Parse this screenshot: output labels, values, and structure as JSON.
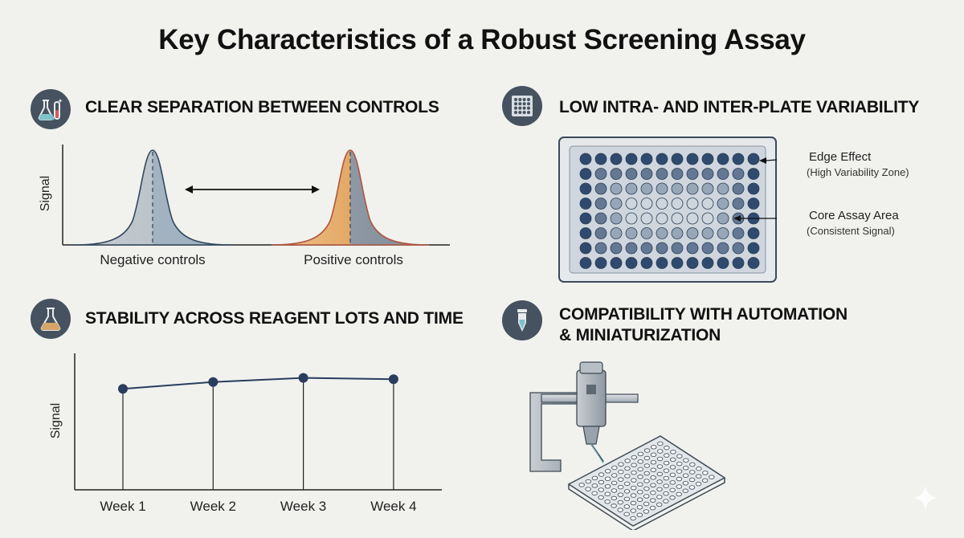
{
  "title": "Key Characteristics of a Robust Screening Assay",
  "sections": {
    "separation": {
      "title": "CLEAR SEPARATION BETWEEN CONTROLS",
      "icon": "flask-tubes-icon",
      "y_label": "Signal",
      "negative_label": "Negative controls",
      "positive_label": "Positive controls"
    },
    "variability": {
      "title": "LOW INTRA- AND INTER-PLATE VARIABILITY",
      "icon": "well-plate-icon",
      "edge_label": "Edge Effect",
      "edge_sub": "(High Variability Zone)",
      "core_label": "Core Assay Area",
      "core_sub": "(Consistent Signal)"
    },
    "stability": {
      "title": "STABILITY ACROSS REAGENT LOTS AND TIME",
      "icon": "flask-icon"
    },
    "automation": {
      "title_line1": "COMPATIBILITY WITH AUTOMATION",
      "title_line2": "& MINIATURIZATION",
      "icon": "tube-icon"
    }
  },
  "colors": {
    "icon_bg": "#46525f",
    "negative_fill": "#b9c3cb",
    "positive_fill": "#e7b277",
    "positive_edge": "#b0563f",
    "plate_dark": "#2f4a6e",
    "plate_light": "#b4c0cc",
    "line": "#2a3d5c"
  },
  "chart_data": {
    "type": "line",
    "categories": [
      "Week 1",
      "Week 2",
      "Week 3",
      "Week 4"
    ],
    "series": [
      {
        "values": [
          0.74,
          0.79,
          0.82,
          0.81
        ]
      }
    ],
    "ylabel": "Signal",
    "xlabel": "",
    "ylim": [
      0,
      1
    ],
    "grid": false,
    "drop_lines": true
  }
}
